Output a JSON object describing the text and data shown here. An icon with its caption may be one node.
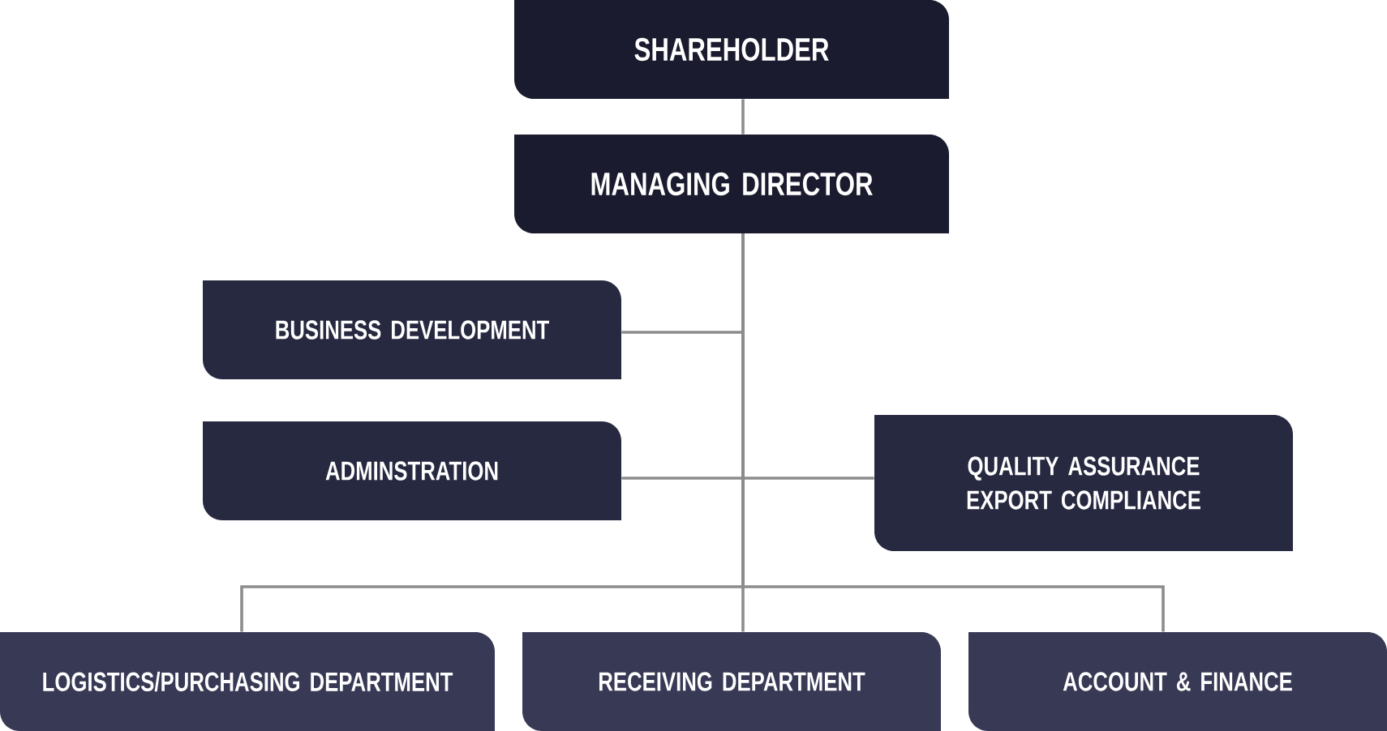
{
  "diagram": {
    "nodes": [
      {
        "text": [
          "SHAREHOLDER"
        ]
      },
      {
        "text": [
          "MANAGING DIRECTOR"
        ]
      },
      {
        "text": [
          "BUSINESS DEVELOPMENT"
        ]
      },
      {
        "text": [
          "ADMINSTRATION"
        ]
      },
      {
        "text": [
          "QUALITY ASSURANCE EXPORT COMPLIANCE"
        ]
      },
      {
        "text": [
          "LOGISTICS/PURCHASING DEPARTMENT"
        ]
      },
      {
        "text": [
          "RECEIVING DEPARTMENT"
        ]
      },
      {
        "text": [
          "ACCOUNT & FINANCE"
        ]
      }
    ],
    "edges": [
      {
        "from": 0,
        "to": 1,
        "arrow": "none"
      },
      {
        "from": 1,
        "to": 2,
        "arrow": "none"
      },
      {
        "from": 1,
        "to": 3,
        "arrow": "none"
      },
      {
        "from": 1,
        "to": 4,
        "arrow": "none"
      },
      {
        "from": 1,
        "to": 5,
        "arrow": "none"
      },
      {
        "from": 1,
        "to": 6,
        "arrow": "none"
      },
      {
        "from": 1,
        "to": 7,
        "arrow": "none"
      }
    ]
  }
}
